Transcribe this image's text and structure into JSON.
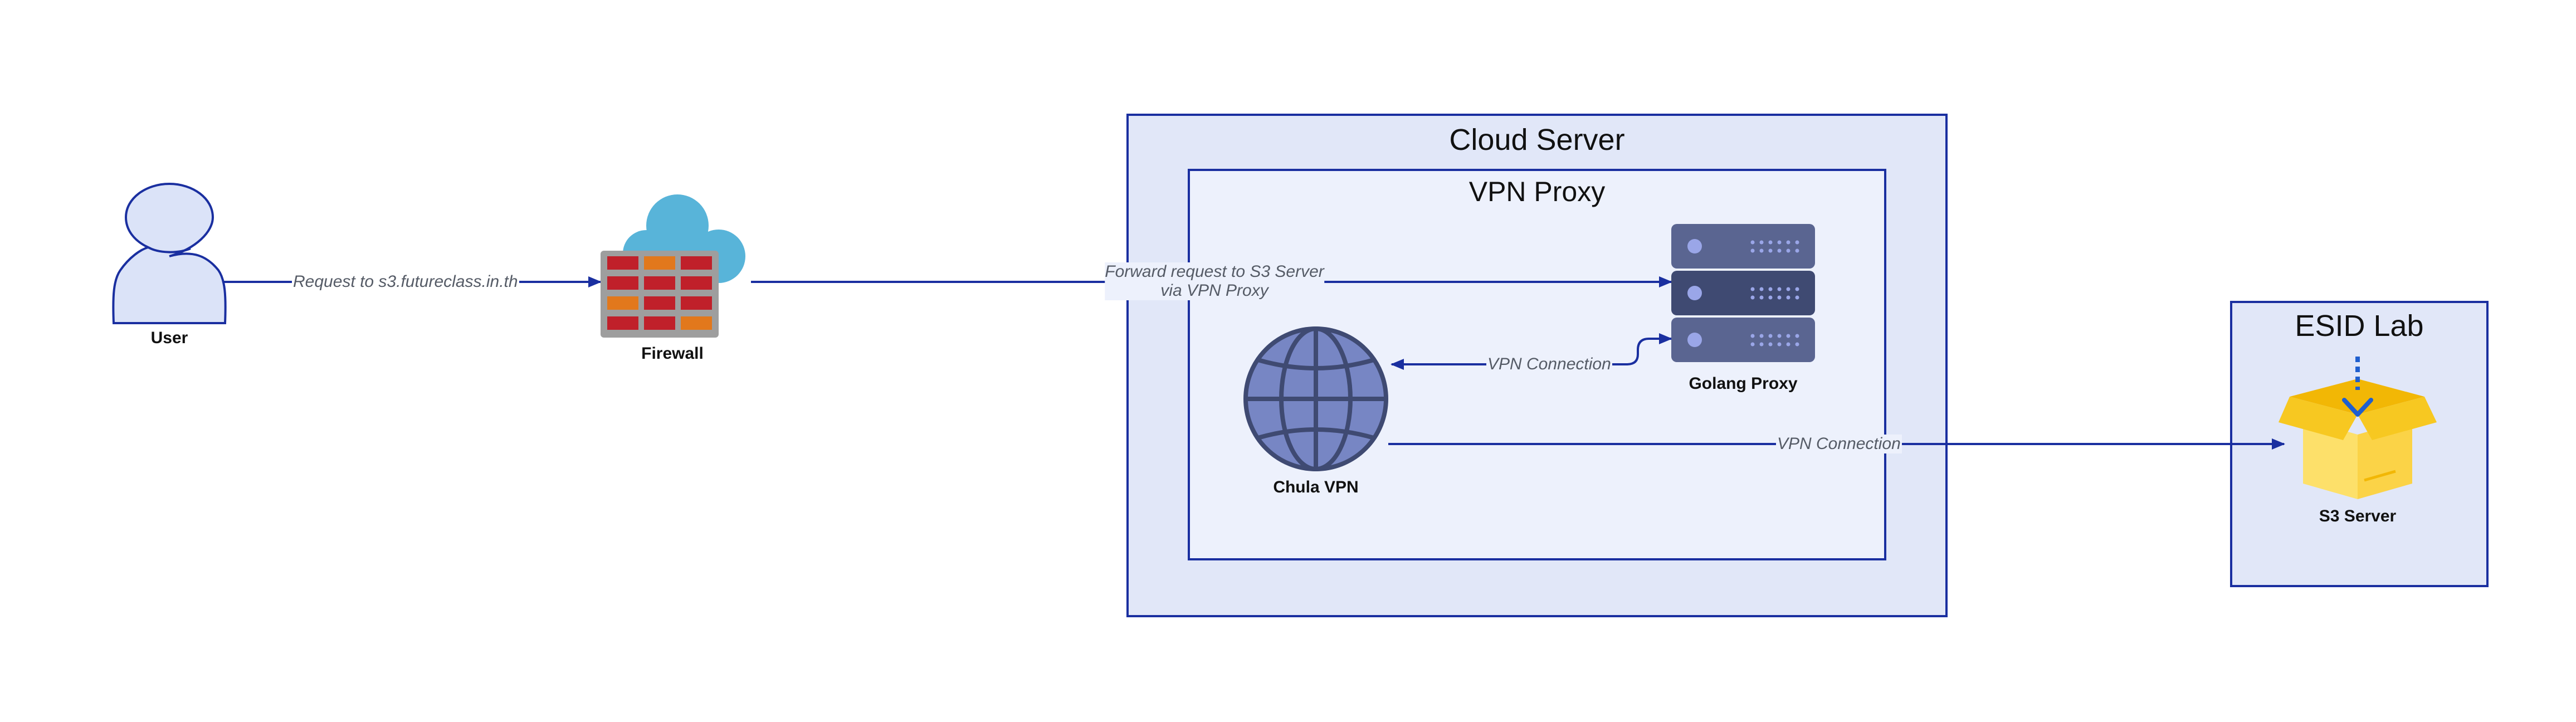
{
  "containers": {
    "cloud_server": "Cloud Server",
    "vpn_proxy": "VPN Proxy",
    "esid_lab": "ESID Lab"
  },
  "nodes": {
    "user": {
      "label": "User",
      "icon": "user-icon"
    },
    "firewall": {
      "label": "Firewall",
      "icon": "firewall-icon"
    },
    "golang_proxy": {
      "label": "Golang Proxy",
      "icon": "server-rack-icon"
    },
    "chula_vpn": {
      "label": "Chula VPN",
      "icon": "globe-icon"
    },
    "s3_server": {
      "label": "S3 Server",
      "icon": "storage-box-icon"
    }
  },
  "edges": {
    "user_to_firewall": "Request to s3.futureclass.in.th",
    "firewall_to_proxy_line1": "Forward request to S3 Server",
    "firewall_to_proxy_line2": "via VPN Proxy",
    "proxy_to_vpn": "VPN Connection",
    "vpn_to_s3": "VPN Connection"
  },
  "colors": {
    "border": "#1a2fa0",
    "cloud_server_fill": "#e1e7f8",
    "vpn_proxy_fill": "#edf1fc",
    "firewall_brick_red": "#c0202a",
    "firewall_brick_orange": "#e2781c",
    "cloud": "#58b4d9",
    "server": "#5a6591",
    "globe": "#7786c4",
    "box": "#f7c821"
  }
}
